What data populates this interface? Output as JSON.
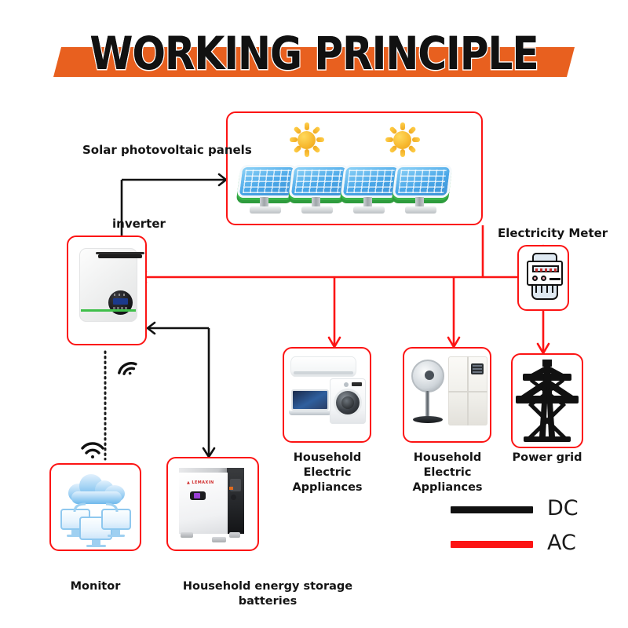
{
  "title": "WORKING PRINCIPLE",
  "theme": {
    "banner_color": "#e8601f",
    "dc_color": "#111111",
    "ac_color": "#fc1414",
    "box_border": "#fc1414"
  },
  "labels": {
    "solar_panels": "Solar photovoltaic panels",
    "inverter": "inverter",
    "electricity_meter": "Electricity Meter"
  },
  "nodes": [
    {
      "id": "appliances_1",
      "caption_line1": "Household Electric",
      "caption_line2": "Appliances"
    },
    {
      "id": "appliances_2",
      "caption_line1": "Household Electric",
      "caption_line2": "Appliances"
    },
    {
      "id": "power_grid",
      "caption_line1": "Power grid",
      "caption_line2": ""
    },
    {
      "id": "monitor",
      "caption_line1": "Monitor",
      "caption_line2": ""
    },
    {
      "id": "batteries",
      "caption_line1": "Household energy storage batteries",
      "caption_line2": ""
    }
  ],
  "legend": {
    "items": [
      {
        "label": "DC",
        "color": "#111111"
      },
      {
        "label": "AC",
        "color": "#fc1414"
      }
    ]
  },
  "icons": {
    "sun": "sun-icon",
    "solar_panel": "solar-panel-icon",
    "inverter": "inverter-icon",
    "meter": "electricity-meter-icon",
    "air_conditioner": "air-conditioner-icon",
    "laptop": "laptop-icon",
    "washing_machine": "washing-machine-icon",
    "fan": "pedestal-fan-icon",
    "refrigerator": "refrigerator-icon",
    "pylon": "power-pylon-icon",
    "cloud": "cloud-icon",
    "monitor_screen": "monitor-screen-icon",
    "battery": "battery-cabinet-icon",
    "wifi": "wifi-icon"
  }
}
